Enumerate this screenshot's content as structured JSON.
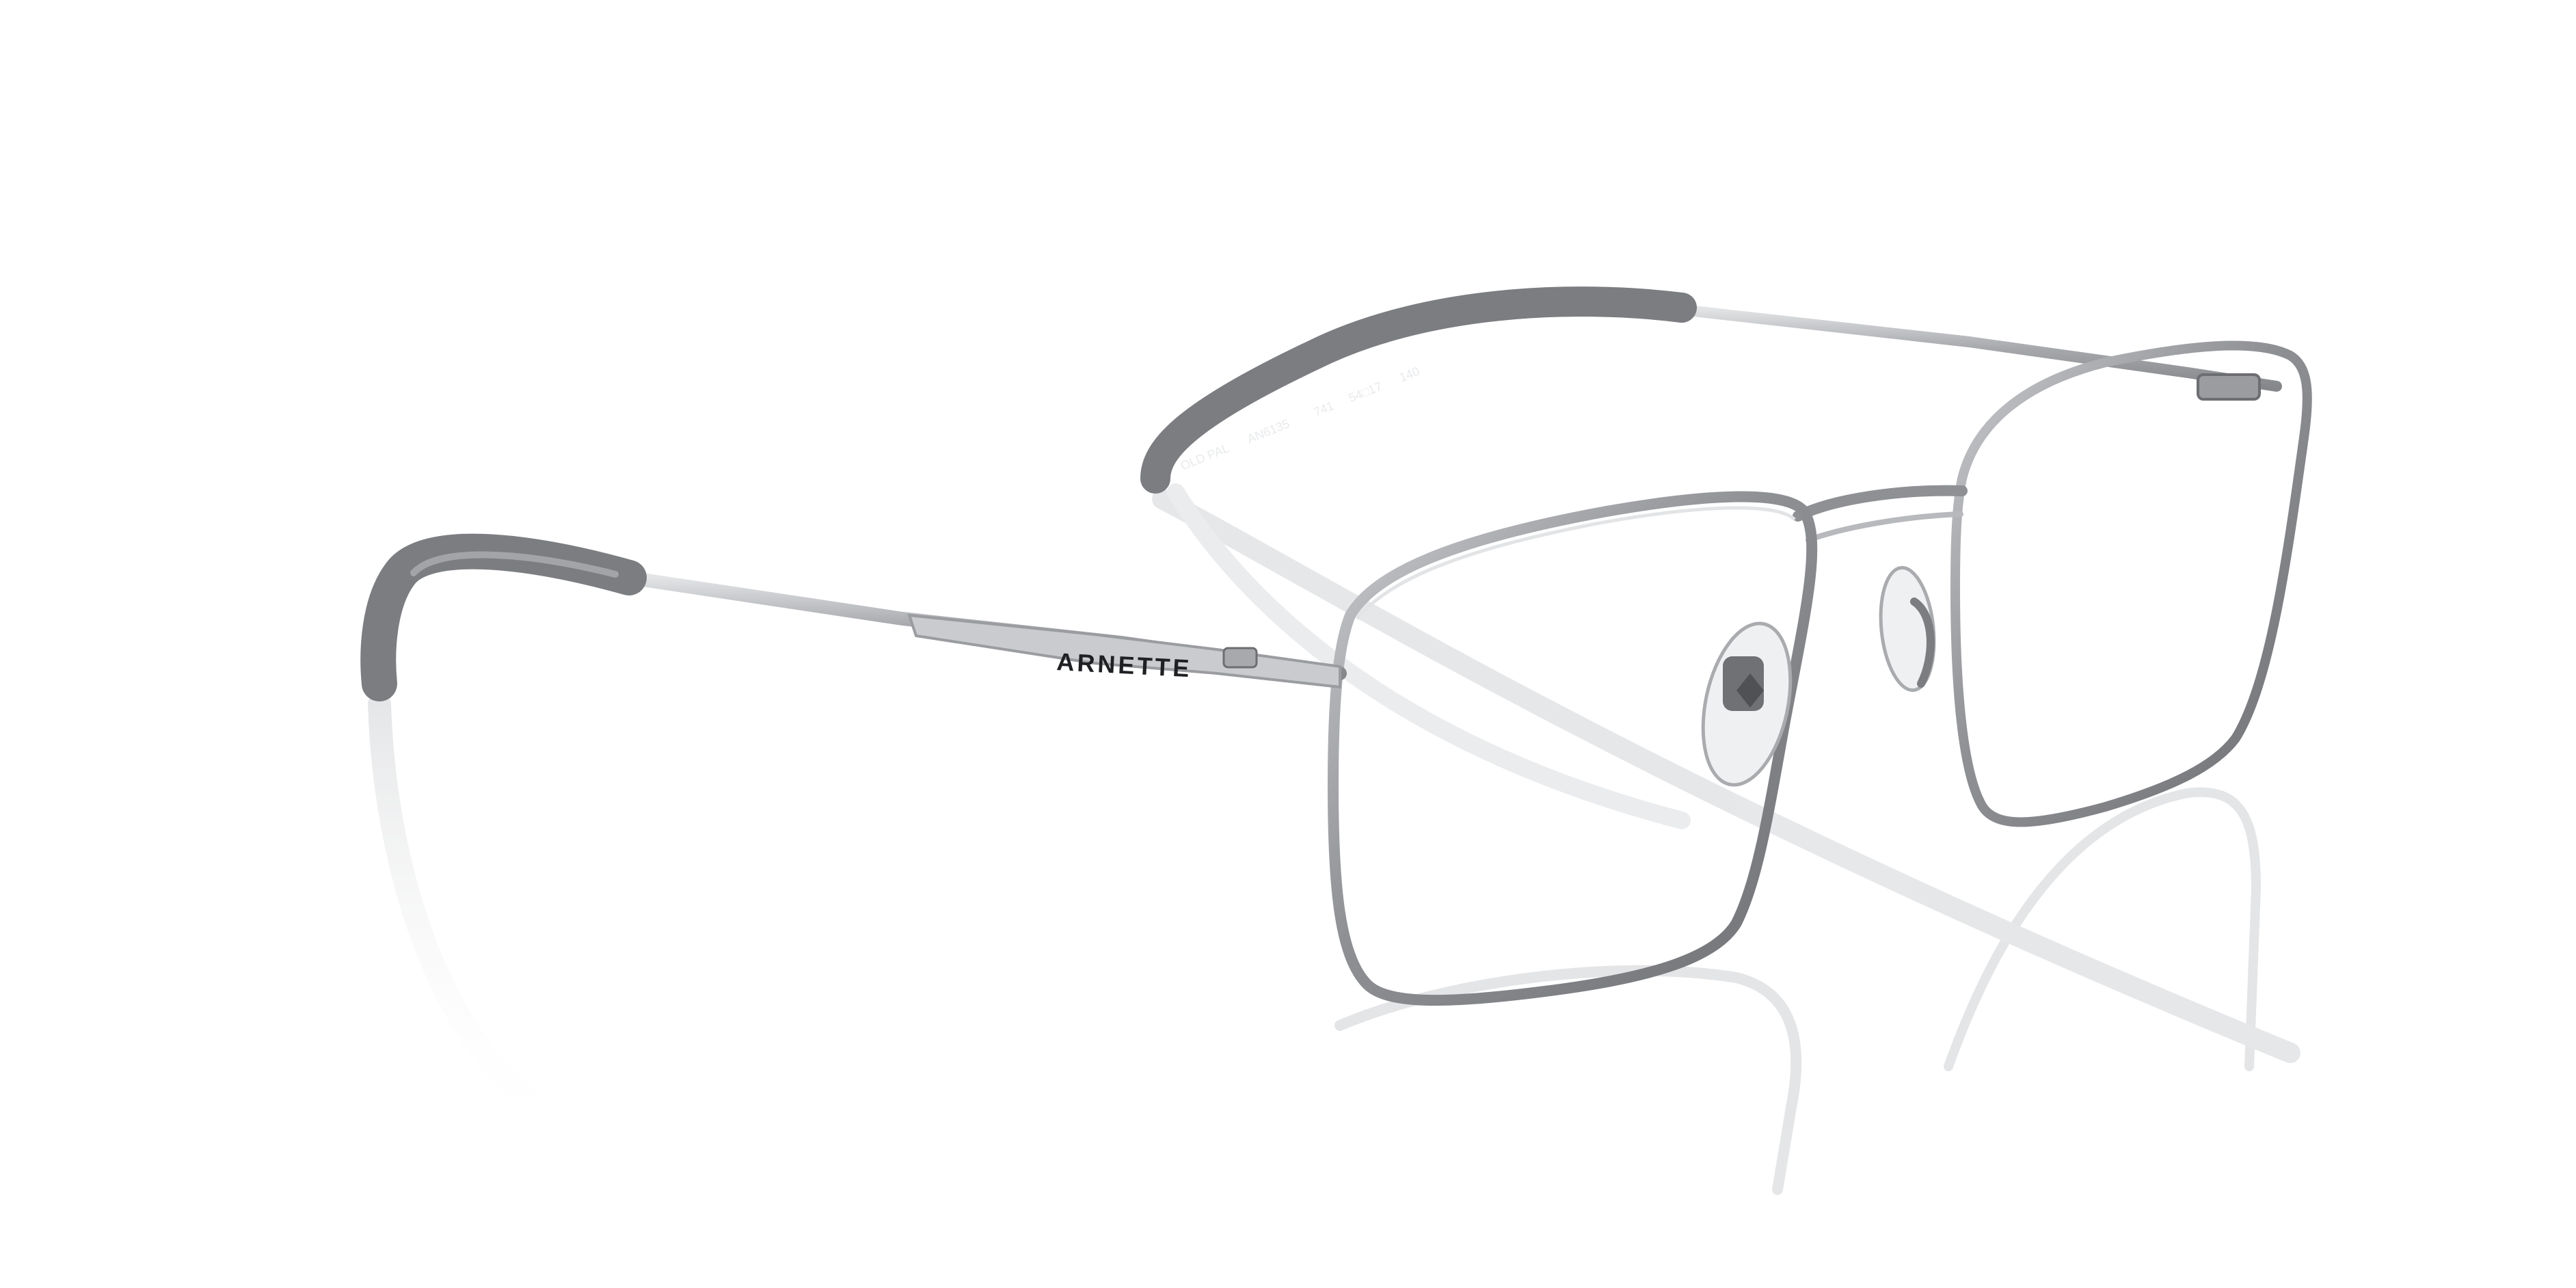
{
  "product": {
    "brand_label": "ARNETTE",
    "temple_inner_print": {
      "model_name": "OLD PAL",
      "model_code": "AN6135",
      "color_code": "741",
      "size": "54□17",
      "temple_length": "140"
    }
  },
  "colors": {
    "background": "#ffffff",
    "frame_metal": "#8e9094",
    "frame_highlight": "#d7d9dc",
    "temple_tip": "#7b7d80",
    "nose_pad": "#e8eaec",
    "reflection": "#c9cbce"
  }
}
